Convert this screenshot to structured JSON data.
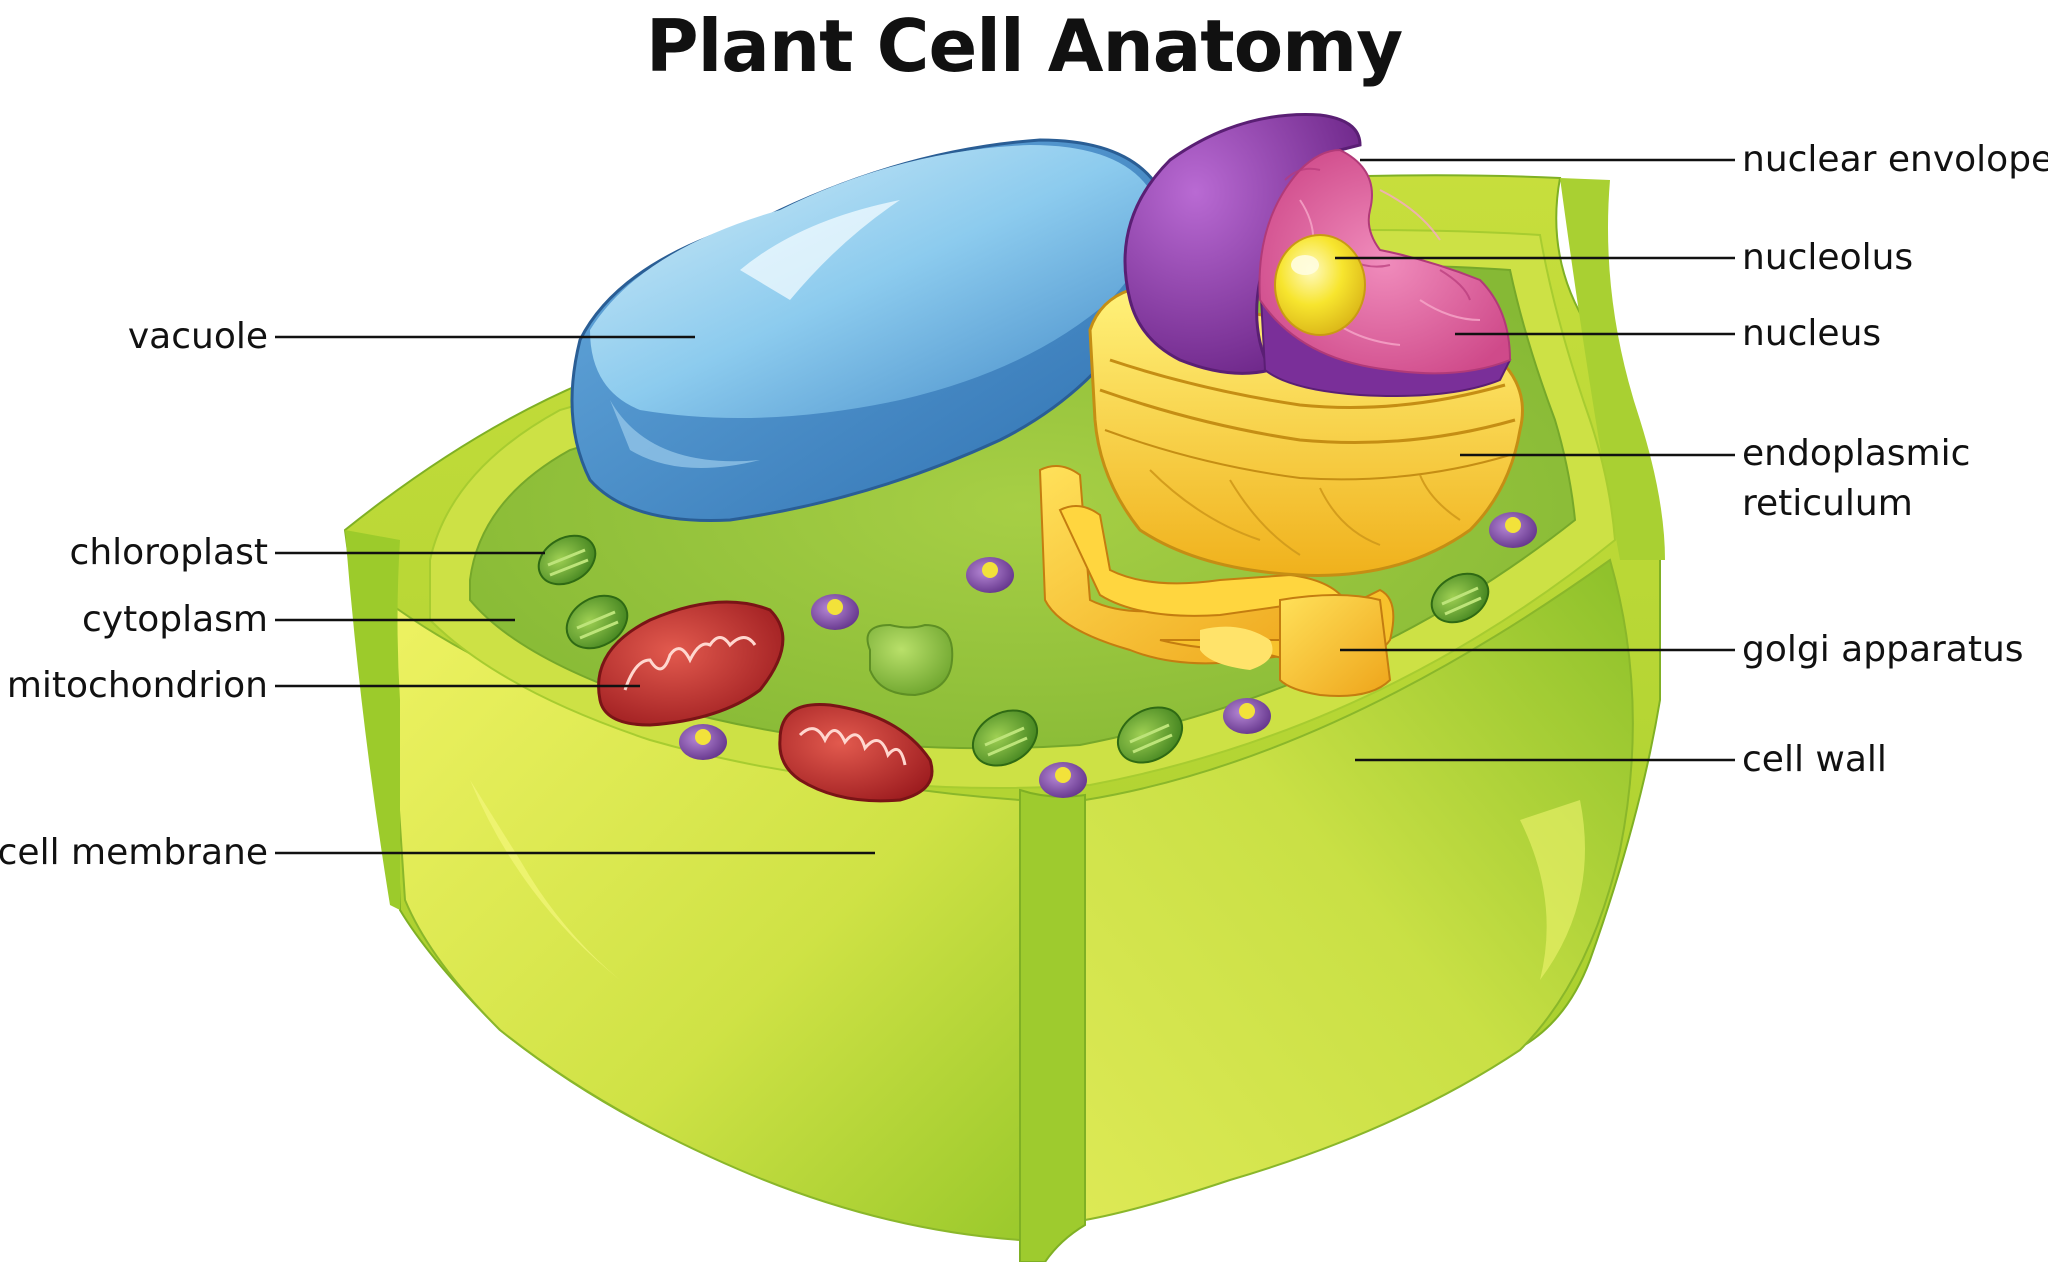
{
  "title": "Plant Cell Anatomy",
  "labels": {
    "left": {
      "vacuole": "vacuole",
      "chloroplast": "chloroplast",
      "cytoplasm": "cytoplasm",
      "mitochondrion": "mitochondrion",
      "cell_membrane": "cell membrane"
    },
    "right": {
      "nuclear_envelope": "nuclear envolope",
      "nucleolus": "nucleolus",
      "nucleus": "nucleus",
      "endoplasmic_reticulum_line1": "endoplasmic",
      "endoplasmic_reticulum_line2": "reticulum",
      "golgi_apparatus": "golgi apparatus",
      "cell_wall": "cell wall"
    }
  },
  "colors": {
    "cell_wall_outer": "#a6cf2e",
    "cell_wall_light": "#dbe84f",
    "cytoplasm": "#92c13c",
    "vacuole": "#6fb6e3",
    "vacuole_light": "#b8dff2",
    "nuclear_envelope": "#8a3aa8",
    "nucleus_interior": "#e0609a",
    "nucleolus": "#f5e12a",
    "endoplasmic_reticulum": "#f3c21f",
    "golgi": "#f0b020",
    "mitochondrion": "#c0282a",
    "chloroplast": "#3f8f1f",
    "leader_line": "#111111"
  }
}
